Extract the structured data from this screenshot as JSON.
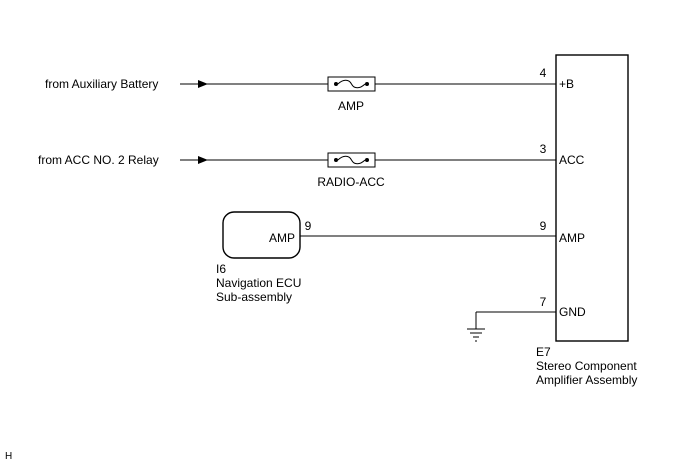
{
  "sources": {
    "aux_battery": "from Auxiliary Battery",
    "acc_relay": "from ACC NO. 2 Relay"
  },
  "fuses": {
    "amp": "AMP",
    "radio_acc": "RADIO-ACC"
  },
  "amplifier": {
    "code": "E7",
    "name_line1": "Stereo Component",
    "name_line2": "Amplifier Assembly",
    "terminals": [
      {
        "pin": "4",
        "name": "+B"
      },
      {
        "pin": "3",
        "name": "ACC"
      },
      {
        "pin": "9",
        "name": "AMP"
      },
      {
        "pin": "7",
        "name": "GND"
      }
    ]
  },
  "nav_ecu": {
    "code": "I6",
    "name_line1": "Navigation ECU",
    "name_line2": "Sub-assembly",
    "terminal_name": "AMP",
    "terminal_pin": "9"
  },
  "corner_mark": "H"
}
